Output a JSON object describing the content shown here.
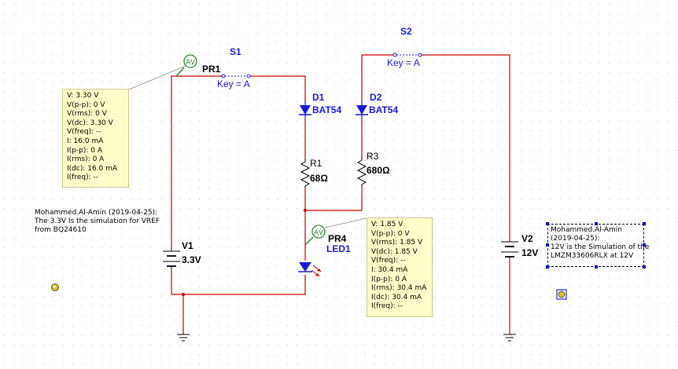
{
  "colors": {
    "wire": "#cc0000",
    "component": "#1a1ad9",
    "label_blue": "#1a1ad9",
    "label_black": "#000000",
    "probe_bg": "#fdfdc8",
    "probe_green": "#2e8b2e",
    "grid": "#b8b8b8",
    "ground": "#000000"
  },
  "components": {
    "s1": {
      "name": "S1",
      "key": "Key = A"
    },
    "s2": {
      "name": "S2",
      "key": "Key = A"
    },
    "d1": {
      "name": "D1",
      "part": "BAT54"
    },
    "d2": {
      "name": "D2",
      "part": "BAT54"
    },
    "r1": {
      "name": "R1",
      "value": "68Ω"
    },
    "r3": {
      "name": "R3",
      "value": "680Ω"
    },
    "v1": {
      "name": "V1",
      "value": "3.3V"
    },
    "v2": {
      "name": "V2",
      "value": "12V"
    },
    "led1": {
      "name": "LED1"
    },
    "pr1": {
      "name": "PR1"
    },
    "pr4": {
      "name": "PR4"
    }
  },
  "probe_pr1": {
    "lines": [
      "V: 3.30 V",
      "V(p-p): 0 V",
      "V(rms): 0 V",
      "V(dc): 3.30 V",
      "V(freq): --",
      "I: 16.0 mA",
      "I(p-p): 0 A",
      "I(rms): 0 A",
      "I(dc): 16.0 mA",
      "I(freq): --"
    ]
  },
  "probe_pr4": {
    "lines": [
      "V: 1.85 V",
      "V(p-p): 0 V",
      "V(rms): 1.85 V",
      "V(dc): 1.85 V",
      "V(freq): --",
      "I: 30.4 mA",
      "I(p-p): 0 A",
      "I(rms): 30.4 mA",
      "I(dc): 30.4 mA",
      "I(freq): --"
    ]
  },
  "notes": {
    "vref": "Mohammed.Al-Amin (2019-04-25):\nThe 3.3V Is the simulation for VREF\nfrom BQ24610",
    "lmzm": "Mohammed.Al-Amin\n(2019-04-25):\n12V is the Simulation of the\nLMZM33606RLX at 12V"
  }
}
